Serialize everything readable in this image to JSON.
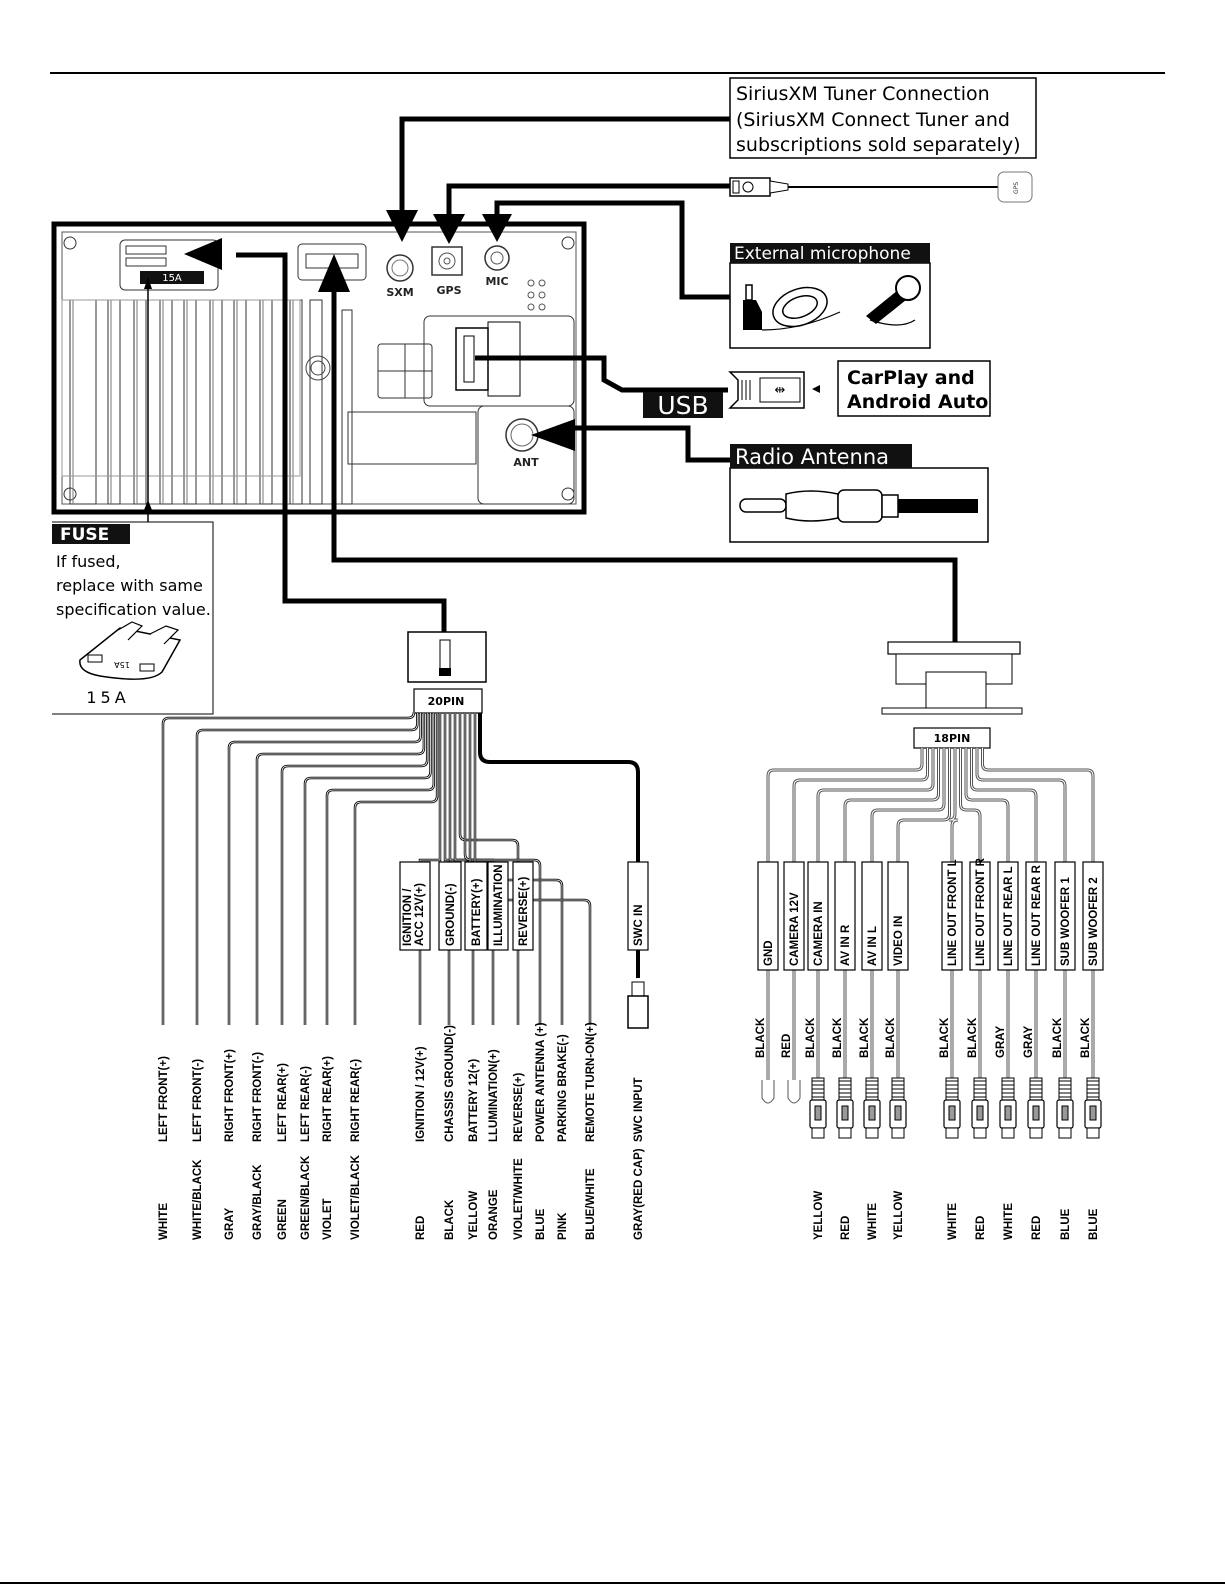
{
  "callouts": {
    "siriusxm": {
      "line1": "SiriusXM Tuner Connection",
      "line2": "(SiriusXM Connect Tuner and",
      "line3": "subscriptions sold separately)"
    },
    "gps_antenna_label": "GPS",
    "external_mic": "External microphone",
    "usb": "USB",
    "carplay": {
      "line1": "CarPlay  and",
      "line2": "Android Auto"
    },
    "radio_antenna": "Radio Antenna",
    "fuse": {
      "title": "FUSE",
      "line1": "If fused,",
      "line2": "replace with same",
      "line3": "specification value.",
      "rating": "15A",
      "chip_rating": "15A"
    }
  },
  "unit_ports": {
    "sxm": "SXM",
    "gps": "GPS",
    "mic": "MIC",
    "ant": "ANT",
    "fuse_slot": "15A"
  },
  "harness_20pin": {
    "label": "20PIN",
    "inline_tags": [
      "IGNITION /",
      "ACC 12V(+)",
      "GROUND(-)",
      "BATTERY(+)",
      "ILLUMINATION",
      "REVERSE(+)",
      "SWC IN"
    ],
    "wires": [
      {
        "function": "LEFT FRONT(+)",
        "color": "WHITE"
      },
      {
        "function": "LEFT FRONT(-)",
        "color": "WHITE/BLACK"
      },
      {
        "function": "RIGHT FRONT(+)",
        "color": "GRAY"
      },
      {
        "function": "RIGHT FRONT(-)",
        "color": "GRAY/BLACK"
      },
      {
        "function": "LEFT REAR(+)",
        "color": "GREEN"
      },
      {
        "function": "LEFT REAR(-)",
        "color": "GREEN/BLACK"
      },
      {
        "function": "RIGHT REAR(+)",
        "color": "VIOLET"
      },
      {
        "function": "RIGHT REAR(-)",
        "color": "VIOLET/BLACK"
      },
      {
        "function": "IGNITION / 12V(+)",
        "color": "RED"
      },
      {
        "function": "CHASSIS GROUND(-)",
        "color": "BLACK"
      },
      {
        "function": "BATTERY 12(+)",
        "color": "YELLOW"
      },
      {
        "function": "LLUMINATION(+)",
        "color": "ORANGE"
      },
      {
        "function": "REVERSE(+)",
        "color": "VIOLET/WHITE"
      },
      {
        "function": "POWER ANTENNA (+)",
        "color": "BLUE"
      },
      {
        "function": "PARKING BRAKE(-)",
        "color": "PINK"
      },
      {
        "function": "REMOTE TURN-ON(+)",
        "color": "BLUE/WHITE"
      },
      {
        "function": "SWC INPUT",
        "color": "GRAY(RED CAP)"
      }
    ]
  },
  "harness_18pin": {
    "label": "18PIN",
    "wires": [
      {
        "tag": "GND",
        "cable": "BLACK",
        "plug": ""
      },
      {
        "tag": "CAMERA 12V",
        "cable": "RED",
        "plug": ""
      },
      {
        "tag": "CAMERA IN",
        "cable": "BLACK",
        "plug": "YELLOW"
      },
      {
        "tag": "AV IN R",
        "cable": "BLACK",
        "plug": "RED"
      },
      {
        "tag": "AV IN L",
        "cable": "BLACK",
        "plug": "WHITE"
      },
      {
        "tag": "VIDEO IN",
        "cable": "BLACK",
        "plug": "YELLOW"
      },
      {
        "tag": "LINE OUT FRONT L",
        "cable": "BLACK",
        "plug": "WHITE"
      },
      {
        "tag": "LINE OUT FRONT R",
        "cable": "BLACK",
        "plug": "RED"
      },
      {
        "tag": "LINE OUT REAR L",
        "cable": "GRAY",
        "plug": "WHITE"
      },
      {
        "tag": "LINE OUT REAR R",
        "cable": "GRAY",
        "plug": "RED"
      },
      {
        "tag": "SUB WOOFER 1",
        "cable": "BLACK",
        "plug": "BLUE"
      },
      {
        "tag": "SUB WOOFER 2",
        "cable": "BLACK",
        "plug": "BLUE"
      }
    ]
  }
}
